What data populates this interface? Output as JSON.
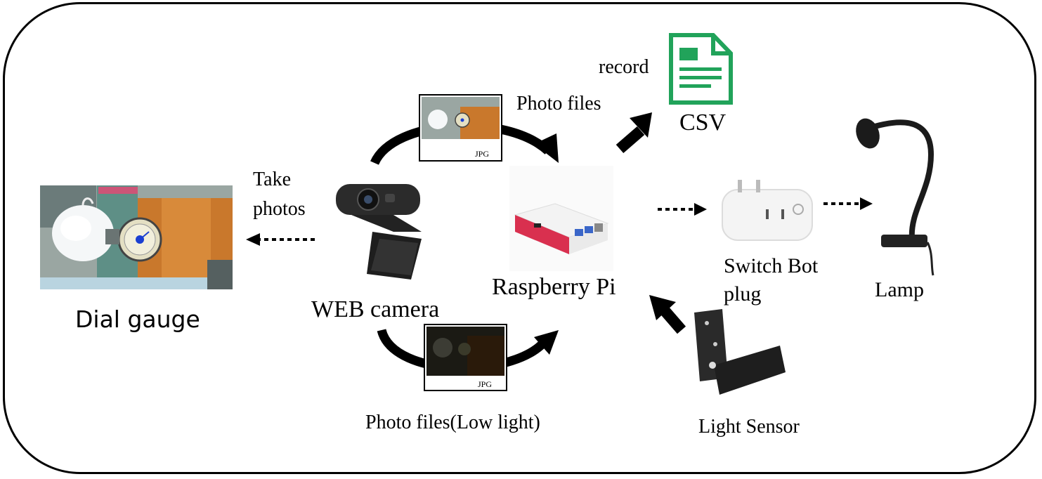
{
  "labels": {
    "record": "record",
    "photo_files": "Photo files",
    "csv": "CSV",
    "take": "Take",
    "photos": "photos",
    "dial_gauge": "Dial gauge",
    "web_camera": "WEB camera",
    "raspberry_pi": "Raspberry Pi",
    "switch_bot": "Switch Bot",
    "plug": "plug",
    "lamp": "Lamp",
    "photo_files_low": "Photo files(Low  light)",
    "light_sensor": "Light Sensor",
    "jpg_top": "JPG",
    "jpg_bottom": "JPG"
  },
  "colors": {
    "csv_icon": "#21a35a",
    "pi_case_red": "#d9304f",
    "pi_case_white": "#f3f3f3",
    "wood": "#c9782c",
    "camera_body": "#2b2b2b"
  }
}
